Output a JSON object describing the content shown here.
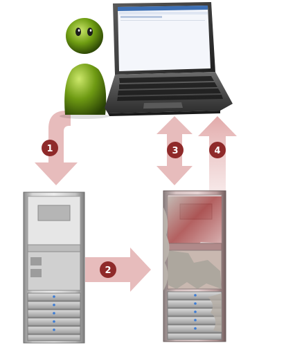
{
  "steps": [
    {
      "number": "1"
    },
    {
      "number": "2"
    },
    {
      "number": "3"
    },
    {
      "number": "4"
    }
  ],
  "colors": {
    "arrow_fill": "#e7bcbc",
    "badge_fill": "#8f2a2a",
    "user_green": "#5f8f12",
    "server_gray": "#a9a9a9",
    "infected_red": "#a23a3a"
  }
}
